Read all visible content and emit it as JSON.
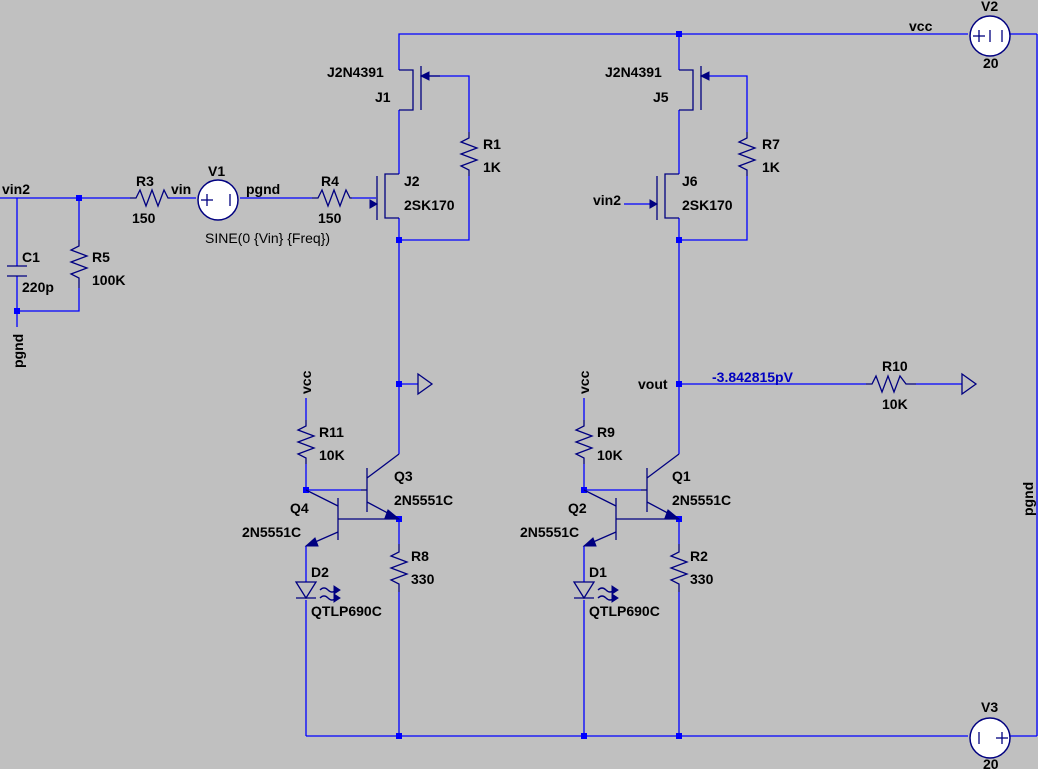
{
  "nets": {
    "vcc": "vcc",
    "vin2": "vin2",
    "vin": "vin",
    "pgnd": "pgnd",
    "vout": "vout",
    "probe_value": "-3.842815pV"
  },
  "sources": {
    "V1": {
      "name": "V1",
      "value": "SINE(0 {Vin} {Freq})"
    },
    "V2": {
      "name": "V2",
      "value": "20"
    },
    "V3": {
      "name": "V3",
      "value": "20"
    }
  },
  "resistors": {
    "R1": {
      "name": "R1",
      "value": "1K"
    },
    "R2": {
      "name": "R2",
      "value": "330"
    },
    "R3": {
      "name": "R3",
      "value": "150"
    },
    "R4": {
      "name": "R4",
      "value": "150"
    },
    "R5": {
      "name": "R5",
      "value": "100K"
    },
    "R7": {
      "name": "R7",
      "value": "1K"
    },
    "R8": {
      "name": "R8",
      "value": "330"
    },
    "R9": {
      "name": "R9",
      "value": "10K"
    },
    "R10": {
      "name": "R10",
      "value": "10K"
    },
    "R11": {
      "name": "R11",
      "value": "10K"
    }
  },
  "capacitors": {
    "C1": {
      "name": "C1",
      "value": "220p"
    }
  },
  "jfets": {
    "J1": {
      "name": "J1",
      "model": "J2N4391"
    },
    "J2": {
      "name": "J2",
      "model": "2SK170"
    },
    "J5": {
      "name": "J5",
      "model": "J2N4391"
    },
    "J6": {
      "name": "J6",
      "model": "2SK170"
    }
  },
  "bjts": {
    "Q1": {
      "name": "Q1",
      "model": "2N5551C"
    },
    "Q2": {
      "name": "Q2",
      "model": "2N5551C"
    },
    "Q3": {
      "name": "Q3",
      "model": "2N5551C"
    },
    "Q4": {
      "name": "Q4",
      "model": "2N5551C"
    }
  },
  "diodes": {
    "D1": {
      "name": "D1",
      "model": "QTLP690C"
    },
    "D2": {
      "name": "D2",
      "model": "QTLP690C"
    }
  }
}
